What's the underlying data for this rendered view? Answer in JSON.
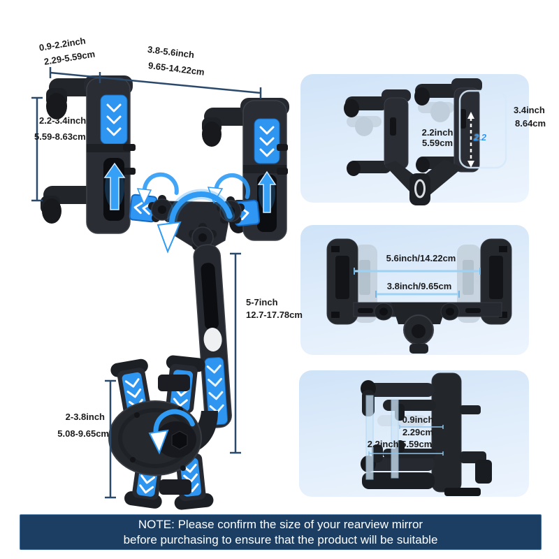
{
  "colors": {
    "accent_blue": "#2f96f3",
    "product_body": "#26292f",
    "panel_bg_start": "#cfe3f8",
    "panel_bg_end": "#edf5fe",
    "note_bg": "#1c3e63",
    "note_text": "#ffffff",
    "measure_line": "#2b4a6b",
    "panel_measure_line": "#9ed2f2",
    "label_text": "#1c1c1c"
  },
  "icons": {
    "rotate_arrow": "circular-arrow",
    "up_arrow": "▲",
    "chevron_pad": "⌄"
  },
  "main_view": {
    "top_bracket": {
      "left_segment": {
        "inch": "0.9-2.2inch",
        "cm": "2.29-5.59cm"
      },
      "right_segment": {
        "inch": "3.8-5.6inch",
        "cm": "9.65-14.22cm"
      }
    },
    "arm_height": {
      "inch": "2.2-3.4inch",
      "cm": "5.59-8.63cm"
    },
    "pole_length": {
      "inch": "5-7inch",
      "cm": "12.7-17.78cm"
    },
    "clamp_range": {
      "inch": "2-3.8inch",
      "cm": "5.08-9.65cm"
    }
  },
  "panel_top": {
    "depth": {
      "inch": "2.2inch",
      "cm": "5.59cm"
    },
    "height": {
      "inch": "3.4inch",
      "cm": "8.64cm"
    },
    "arm_badge": "2.2"
  },
  "panel_middle": {
    "max_width": "5.6inch/14.22cm",
    "min_width": "3.8inch/9.65cm"
  },
  "panel_bottom": {
    "hook_depth": {
      "inch": "0.9inch",
      "cm": "2.29cm"
    },
    "clamp_depth": "2.2inch/5.59cm"
  },
  "note": {
    "line1": "NOTE: Please confirm the size of your rearview mirror",
    "line2": "before purchasing to ensure that the product will be suitable"
  }
}
